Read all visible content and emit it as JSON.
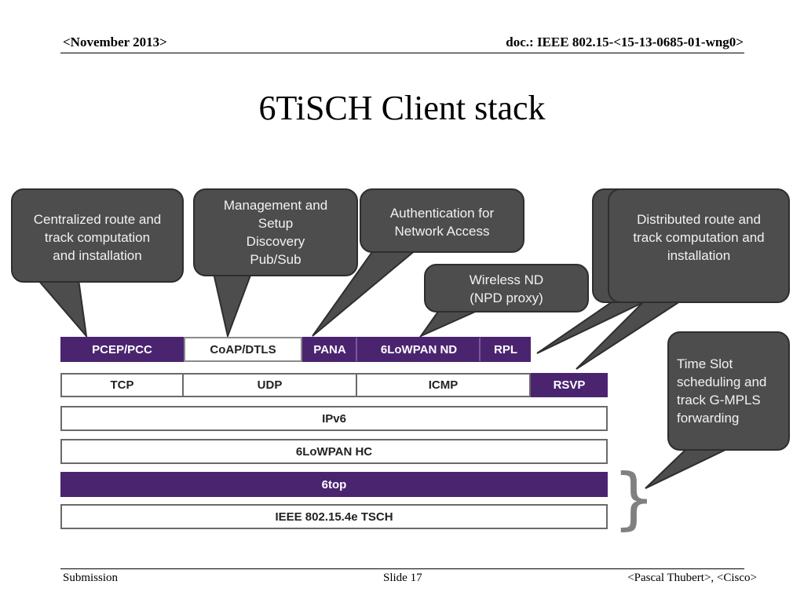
{
  "header": {
    "date": "<November 2013>",
    "doc": "doc.: IEEE 802.15-<15-13-0685-01-wng0>"
  },
  "title": "6TiSCH Client stack",
  "bubbles": {
    "centralized": [
      "Centralized route and",
      "track computation",
      "and installation"
    ],
    "management": [
      "Management and",
      "Setup",
      "Discovery",
      "Pub/Sub"
    ],
    "authentication": [
      "Authentication for",
      "Network Access"
    ],
    "wireless_nd": [
      "Wireless ND",
      "(NPD proxy)"
    ],
    "distributed": [
      "Distributed route and",
      "track computation and",
      "installation"
    ],
    "time_slot": [
      "Time Slot",
      "scheduling and",
      "track G-MPLS",
      "forwarding"
    ]
  },
  "layers": {
    "row1": [
      "PCEP/PCC",
      "CoAP/DTLS",
      "PANA",
      "6LoWPAN ND",
      "RPL"
    ],
    "row2": [
      "TCP",
      "UDP",
      "ICMP",
      "RSVP"
    ],
    "ipv6": "IPv6",
    "hc": "6LoWPAN HC",
    "sixtop": "6top",
    "tsch": "IEEE 802.15.4e TSCH"
  },
  "colors": {
    "purple": "#4b2470",
    "bubble": "#4d4d4d",
    "brace": "#808080"
  },
  "footer": {
    "left": "Submission",
    "center": "Slide 17",
    "right": "<Pascal Thubert>, <Cisco>"
  }
}
